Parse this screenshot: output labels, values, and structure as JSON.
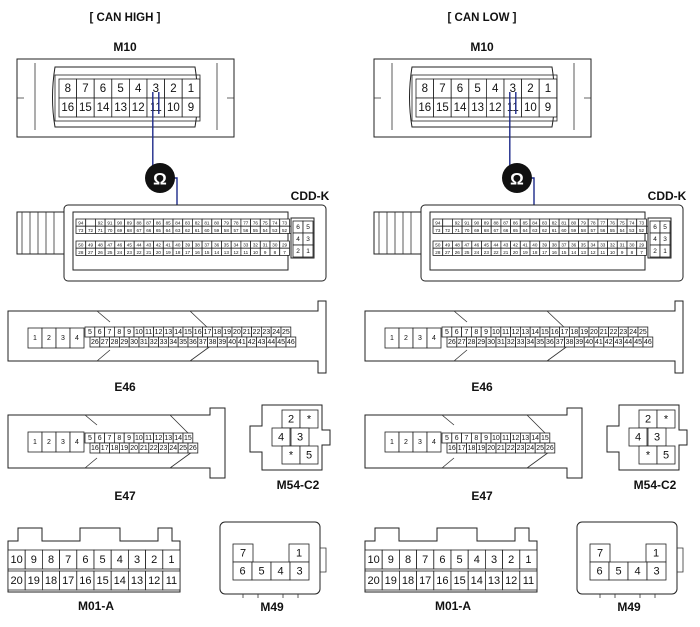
{
  "colors": {
    "highlight": "#9fd0d8",
    "wire": "#1d2a8a",
    "outline": "#222222"
  },
  "panels": [
    {
      "title": "[ CAN HIGH ]",
      "connectors": {
        "m10": {
          "label": "M10",
          "top_pins": [
            "8",
            "7",
            "6",
            "5",
            "4",
            "3",
            "2",
            "1"
          ],
          "bottom_pins": [
            "16",
            "15",
            "14",
            "13",
            "12",
            "11",
            "10",
            "9"
          ],
          "highlight": "3"
        },
        "cdd": {
          "label": "CDD-K",
          "highlight": "84"
        },
        "e46": {
          "label": "E46",
          "left_pins": [
            "1",
            "2",
            "3",
            "4"
          ],
          "highlight": "35"
        },
        "e47": {
          "label": "E47",
          "left_pins": [
            "1",
            "2",
            "3",
            "4"
          ],
          "highlight": "26"
        },
        "m54": {
          "label": "M54-C2",
          "pins": [
            "2",
            "*",
            "4",
            "3",
            "*",
            "5"
          ],
          "highlight": "4"
        },
        "m01": {
          "label": "M01-A",
          "top_pins": [
            "10",
            "9",
            "8",
            "7",
            "6",
            "5",
            "4",
            "3",
            "2",
            "1"
          ],
          "bottom_pins": [
            "20",
            "19",
            "18",
            "17",
            "16",
            "15",
            "14",
            "13",
            "12",
            "11"
          ],
          "highlight": "2"
        },
        "m49": {
          "label": "M49",
          "pins": [
            "7",
            "1",
            "6",
            "5",
            "4",
            "3"
          ],
          "highlight": "6"
        }
      }
    },
    {
      "title": "[ CAN LOW ]",
      "connectors": {
        "m10": {
          "label": "M10",
          "top_pins": [
            "8",
            "7",
            "6",
            "5",
            "4",
            "3",
            "2",
            "1"
          ],
          "bottom_pins": [
            "16",
            "15",
            "14",
            "13",
            "12",
            "11",
            "10",
            "9"
          ],
          "highlight": "11"
        },
        "cdd": {
          "label": "CDD-K",
          "highlight": "83"
        },
        "e46": {
          "label": "E46",
          "left_pins": [
            "1",
            "2",
            "3",
            "4"
          ],
          "highlight": "14"
        },
        "e47": {
          "label": "E47",
          "left_pins": [
            "1",
            "2",
            "3",
            "4"
          ],
          "highlight": "15"
        },
        "m54": {
          "label": "M54-C2",
          "pins": [
            "2",
            "*",
            "4",
            "3",
            "*",
            "5"
          ],
          "highlight": "2"
        },
        "m01": {
          "label": "M01-A",
          "top_pins": [
            "10",
            "9",
            "8",
            "7",
            "6",
            "5",
            "4",
            "3",
            "2",
            "1"
          ],
          "bottom_pins": [
            "20",
            "19",
            "18",
            "17",
            "16",
            "15",
            "14",
            "13",
            "12",
            "11"
          ],
          "highlight": "1"
        },
        "m49": {
          "label": "M49",
          "pins": [
            "7",
            "1",
            "6",
            "5",
            "4",
            "3"
          ],
          "highlight": "5"
        }
      }
    }
  ],
  "ohm_symbol": "Ω",
  "cdd_rows": [
    [
      "94",
      "",
      "92",
      "91",
      "90",
      "89",
      "88",
      "87",
      "86",
      "85",
      "84",
      "83",
      "82",
      "81",
      "80",
      "79",
      "78",
      "77",
      "76",
      "75",
      "74",
      "73"
    ],
    [
      "73",
      "72",
      "71",
      "70",
      "69",
      "68",
      "67",
      "66",
      "65",
      "64",
      "63",
      "62",
      "61",
      "60",
      "59",
      "58",
      "57",
      "56",
      "55",
      "54",
      "53",
      "52",
      "51"
    ],
    [
      "50",
      "49",
      "48",
      "47",
      "46",
      "45",
      "44",
      "43",
      "42",
      "41",
      "40",
      "39",
      "38",
      "37",
      "36",
      "35",
      "34",
      "33",
      "32",
      "31",
      "30",
      "29"
    ],
    [
      "28",
      "27",
      "26",
      "25",
      "24",
      "23",
      "22",
      "21",
      "20",
      "19",
      "18",
      "17",
      "16",
      "15",
      "14",
      "13",
      "12",
      "11",
      "10",
      "9",
      "8",
      "7"
    ]
  ],
  "cdd_right": [
    "6",
    "5",
    "4",
    "3",
    "2",
    "1"
  ],
  "e46_top": [
    "5",
    "6",
    "7",
    "8",
    "9",
    "10",
    "11",
    "12",
    "13",
    "14",
    "15",
    "16",
    "17",
    "18",
    "19",
    "20",
    "21",
    "22",
    "23",
    "24",
    "25"
  ],
  "e46_bottom": [
    "26",
    "27",
    "28",
    "29",
    "30",
    "31",
    "32",
    "33",
    "34",
    "35",
    "36",
    "37",
    "38",
    "39",
    "40",
    "41",
    "42",
    "43",
    "44",
    "45",
    "46"
  ],
  "e47_top": [
    "5",
    "6",
    "7",
    "8",
    "9",
    "10",
    "11",
    "12",
    "13",
    "14",
    "15"
  ],
  "e47_bottom": [
    "16",
    "17",
    "18",
    "19",
    "20",
    "21",
    "22",
    "23",
    "24",
    "25",
    "26"
  ]
}
